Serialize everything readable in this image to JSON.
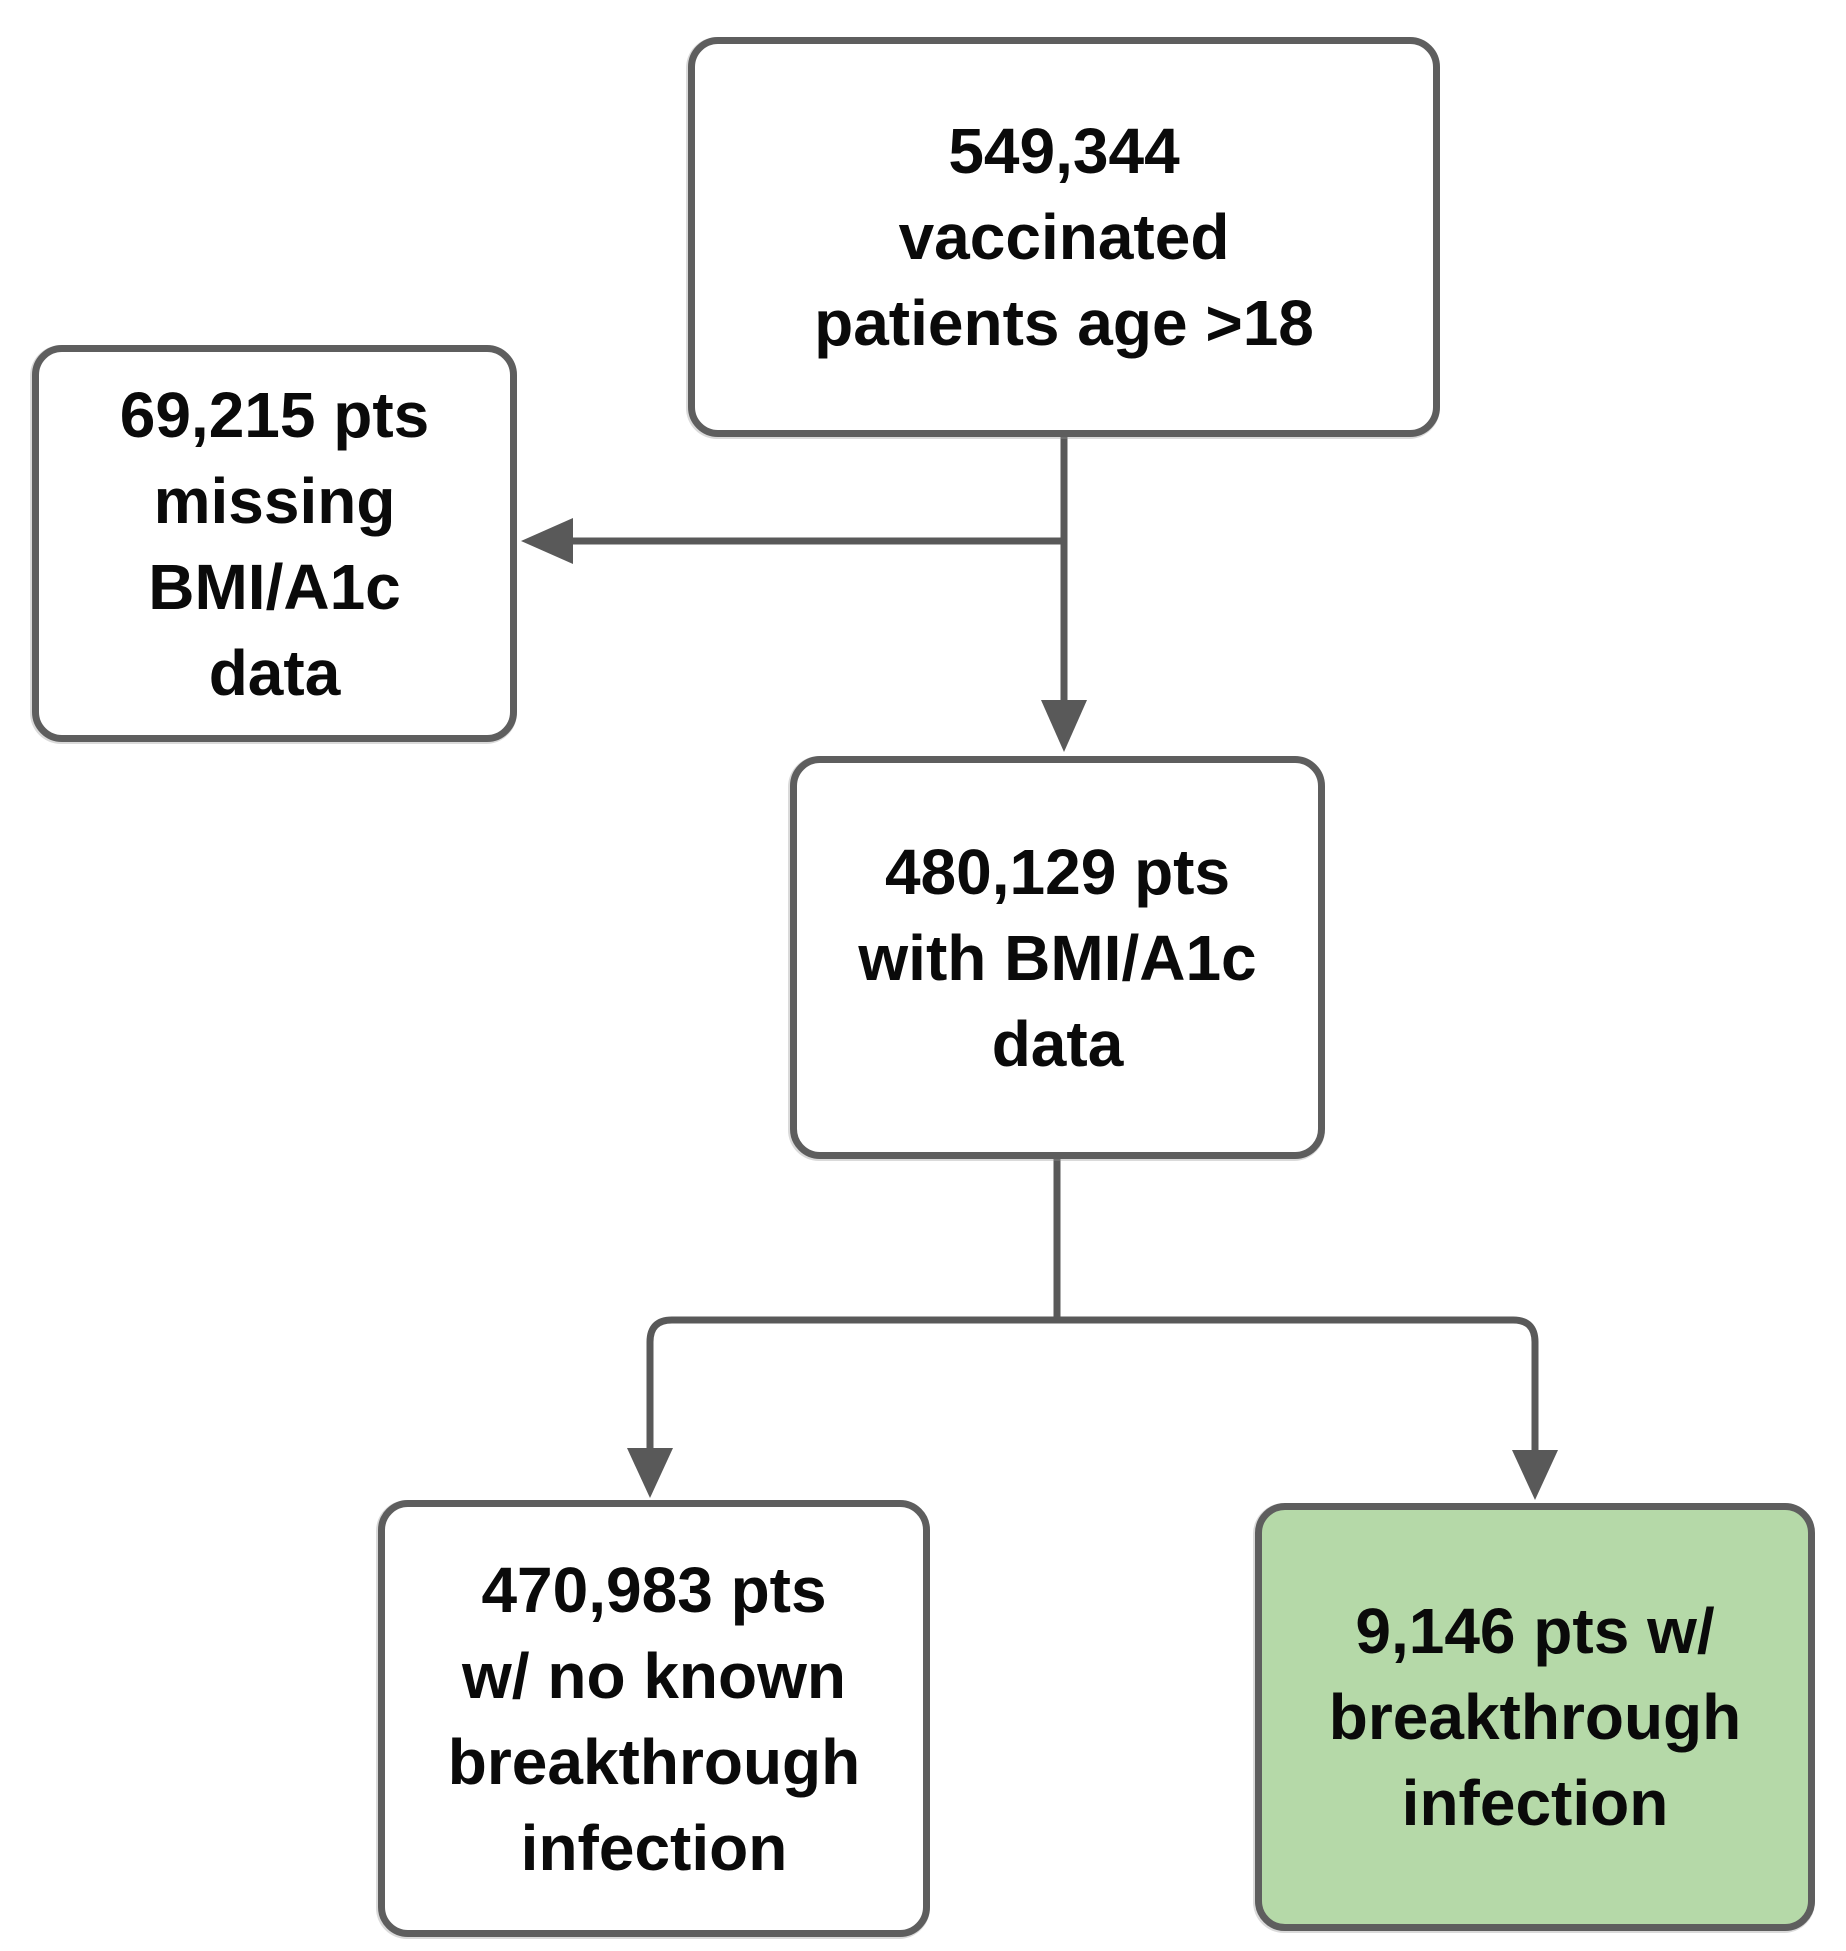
{
  "diagram": {
    "type": "flowchart",
    "description": "Patient cohort selection flow for vaccinated patients with/without breakthrough infection",
    "nodes": {
      "total": {
        "lines": [
          "549,344",
          "vaccinated",
          "patients age >18"
        ],
        "full_text": "549,344 vaccinated patients age >18",
        "highlighted": false
      },
      "missing": {
        "lines": [
          "69,215 pts",
          "missing",
          "BMI/A1c",
          "data"
        ],
        "full_text": "69,215 pts missing BMI/A1c data",
        "highlighted": false
      },
      "with_data": {
        "lines": [
          "480,129 pts",
          "with BMI/A1c",
          "data"
        ],
        "full_text": "480,129 pts with BMI/A1c data",
        "highlighted": false
      },
      "no_breakthrough": {
        "lines": [
          "470,983 pts",
          "w/ no known",
          "breakthrough",
          "infection"
        ],
        "full_text": "470,983 pts w/ no known breakthrough infection",
        "highlighted": false
      },
      "breakthrough": {
        "lines": [
          "9,146 pts w/",
          "breakthrough",
          "infection"
        ],
        "full_text": "9,146 pts w/ breakthrough infection",
        "highlighted": true
      }
    },
    "edges": [
      {
        "from": "total",
        "to": "with_data",
        "style": "arrow-down"
      },
      {
        "from": "total",
        "to": "missing",
        "style": "arrow-left"
      },
      {
        "from": "with_data",
        "to": "no_breakthrough",
        "style": "branch-arrow-down"
      },
      {
        "from": "with_data",
        "to": "breakthrough",
        "style": "branch-arrow-down"
      }
    ],
    "colors": {
      "box_border_gray": "#5e5e5e",
      "connector_gray": "#595959",
      "highlight_green": "#b5d9a8",
      "box_fill_white": "#ffffff",
      "text_black": "#0a0a0a"
    }
  }
}
